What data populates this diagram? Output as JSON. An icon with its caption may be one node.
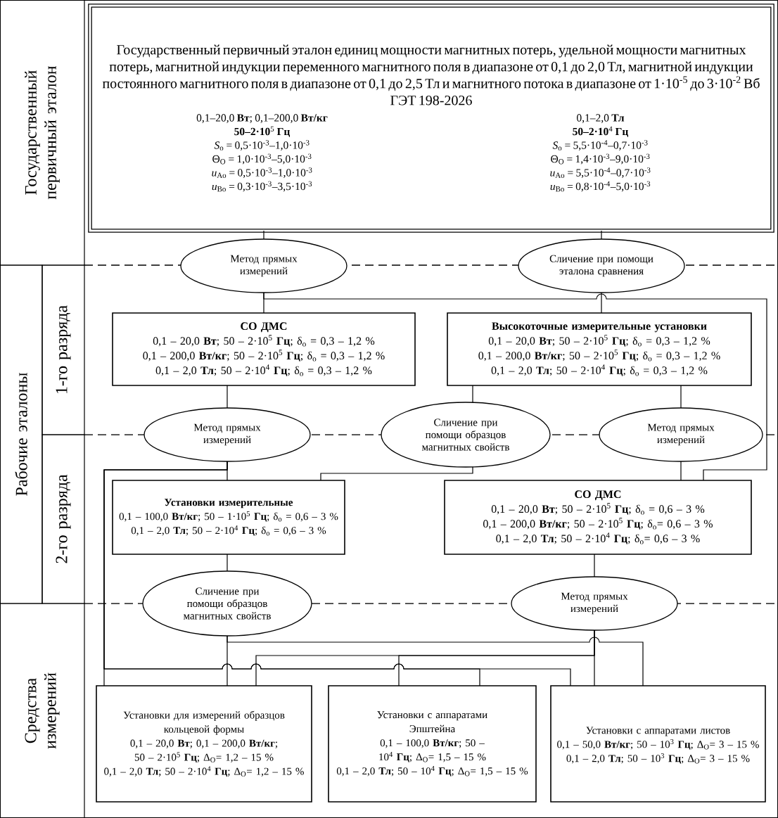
{
  "diagram": {
    "nodes": [
      {
        "text": [
          "Государственный первичный эталон"
        ]
      },
      {
        "text": [
          "Рабочие эталоны"
        ]
      },
      {
        "text": [
          "1-го разряда"
        ]
      },
      {
        "text": [
          "2-го разряда"
        ]
      },
      {
        "text": [
          "Средства измерений"
        ]
      },
      {
        "text": [
          "Государственный первичный эталон единиц мощности магнитных потерь, удельной мощности магнитных потерь, магнитной индукции переменного магнитного поля в диапазоне от 0,1 до 2,0 Тл, магнитной индукции постоянного магнитного поля в диапазоне от 0,1 до 2,5 Тл и магнитного потока в диапазоне от 1·10$^{-5}$ до 3·10$^{-2}$ Вб",
          "ГЭТ 198-2026",
          "0,1–20,0 **Вт**; 0,1–200,0 **Вт/кг**",
          "**50–2·10**$^{5}$ **Гц**",
          "*S*$_{o}$ = 0,5·10$^{-3}$–1,0·10$^{-3}$",
          "Θ$_{О}$ = 1,0·10$^{-3}$–5,0·10$^{-3}$",
          "*u*$_{Ao}$ = 0,5·10$^{-3}$–1,0·10$^{-3}$",
          "*u*$_{Bo}$ = 0,3·10$^{-3}$–3,5·10$^{-3}$",
          "0,1–2,0 **Тл**",
          "**50–2·10**$^{4}$ **Гц**",
          "*S*$_{o}$ = 5,5·10$^{-4}$–0,7·10$^{-3}$",
          "Θ$_{О}$ = 1,4·10$^{-3}$–9,0·10$^{-3}$",
          "*u*$_{Ao}$ = 5,5·10$^{-4}$–0,7·10$^{-3}$",
          "*u*$_{Bo}$ = 0,8·10$^{-4}$–5,0·10$^{-3}$"
        ]
      },
      {
        "text": [
          "Метод прямых измерений"
        ]
      },
      {
        "text": [
          "Сличение при помощи эталона сравнения"
        ]
      },
      {
        "text": [
          "СО ДМС",
          "0,1 – 20,0 **Вт**; 50 – 2·10$^{5}$ **Гц**; δ$_{о}$ = 0,3 – 1,2 %",
          "0,1 – 200,0 **Вт/кг**; 50 – 2·10$^{5}$ **Гц**; δ$_{о}$ = 0,3 – 1,2 %",
          "0,1 – 2,0 **Тл**; 50 – 2·10$^{4}$ **Гц**; δ$_{о}$ = 0,3 – 1,2 %"
        ]
      },
      {
        "text": [
          "Высокоточные измерительные установки",
          "0,1 – 20,0 **Вт**; 50 – 2·10$^{5}$ **Гц**; δ$_{о}$ = 0,3 – 1,2 %",
          "0,1 – 200,0 **Вт/кг**; 50 – 2·10$^{5}$ **Гц**; δ$_{о}$ = 0,3 – 1,2 %",
          "0,1 – 2,0 **Тл**; 50 – 2·10$^{4}$ **Гц**; δ$_{о}$ = 0,3 – 1,2 %"
        ]
      },
      {
        "text": [
          "Метод прямых измерений"
        ]
      },
      {
        "text": [
          "Сличение при помощи образцов магнитных свойств"
        ]
      },
      {
        "text": [
          "Метод прямых измерений"
        ]
      },
      {
        "text": [
          "Установки измерительные",
          "0,1 – 100,0 **Вт/кг**; 50 – 1·10$^{5}$ **Гц**; δ$_{о}$ = 0,6 – 3 %",
          "0,1 – 2,0 **Тл**; 50 – 2·10$^{4}$ **Гц**; δ$_{о}$ = 0,6 – 3 %"
        ]
      },
      {
        "text": [
          "СО ДМС",
          "0,1 – 20,0 **Вт**; 50 – 2·10$^{5}$ **Гц**; δ$_{о}$ = 0,6 – 3 %",
          "0,1 – 200,0 **Вт/кг**; 50 – 2·10$^{5}$ **Гц**; δ$_{о}$= 0,6 – 3 %",
          "0,1 – 2,0 **Тл**; 50 – 2·10$^{4}$ **Гц**; δ$_{о}$= 0,6 – 3 %"
        ]
      },
      {
        "text": [
          "Сличение при помощи образцов магнитных свойств"
        ]
      },
      {
        "text": [
          "Метод прямых измерений"
        ]
      },
      {
        "text": [
          "Установки для измерений образцов кольцевой формы",
          "0,1 – 20,0 **Вт**; 0,1 – 200,0 **Вт/кг**; 50 – 2·10$^{5}$ **Гц**; Δ$_{О}$= 1,2 – 15 %",
          "0,1 – 2,0 **Тл**; 50 – 2·10$^{4}$ **Гц**; Δ$_{О}$= 1,2 – 15 %"
        ]
      },
      {
        "text": [
          "Установки с аппаратами Эпштейна",
          "0,1 – 100,0 **Вт/кг**; 50 – 10$^{4}$ **Гц**; Δ$_{О}$= 1,5 – 15 %",
          "0,1 – 2,0 **Тл**; 50 – 10$^{4}$ **Гц**; Δ$_{О}$= 1,5 – 15 %"
        ]
      },
      {
        "text": [
          "Установки с аппаратами листов",
          "0,1 – 50,0 **Вт/кг**; 50 – 10$^{3}$ **Гц**; Δ$_{О}$= 3 – 15 %",
          "0,1 – 2,0 **Тл**; 50 – 10$^{3}$ **Гц**; Δ$_{О}$= 3 – 15 %"
        ]
      }
    ],
    "edges": [
      {
        "from": 5,
        "to": 6,
        "arrow": "none"
      },
      {
        "from": 5,
        "to": 7,
        "arrow": "none"
      },
      {
        "from": 6,
        "to": 8,
        "arrow": "none"
      },
      {
        "from": 6,
        "to": 14,
        "arrow": "none"
      },
      {
        "from": 7,
        "to": 9,
        "arrow": "none"
      },
      {
        "from": 8,
        "to": 10,
        "arrow": "none"
      },
      {
        "from": 9,
        "to": 11,
        "arrow": "none"
      },
      {
        "from": 9,
        "to": 12,
        "arrow": "none"
      },
      {
        "from": 10,
        "to": 13,
        "arrow": "none"
      },
      {
        "from": 10,
        "to": 17,
        "arrow": "none"
      },
      {
        "from": 11,
        "to": 13,
        "arrow": "none"
      },
      {
        "from": 12,
        "to": 14,
        "arrow": "none"
      },
      {
        "from": 13,
        "to": 15,
        "arrow": "none"
      },
      {
        "from": 14,
        "to": 16,
        "arrow": "none"
      },
      {
        "from": 15,
        "to": 17,
        "arrow": "none"
      },
      {
        "from": 15,
        "to": 19,
        "arrow": "none"
      },
      {
        "from": 16,
        "to": 17,
        "arrow": "none"
      },
      {
        "from": 16,
        "to": 18,
        "arrow": "none"
      },
      {
        "from": 16,
        "to": 19,
        "arrow": "none"
      },
      {
        "from": 10,
        "to": 18,
        "arrow": "none"
      },
      {
        "from": 10,
        "to": 19,
        "arrow": "none"
      }
    ]
  }
}
